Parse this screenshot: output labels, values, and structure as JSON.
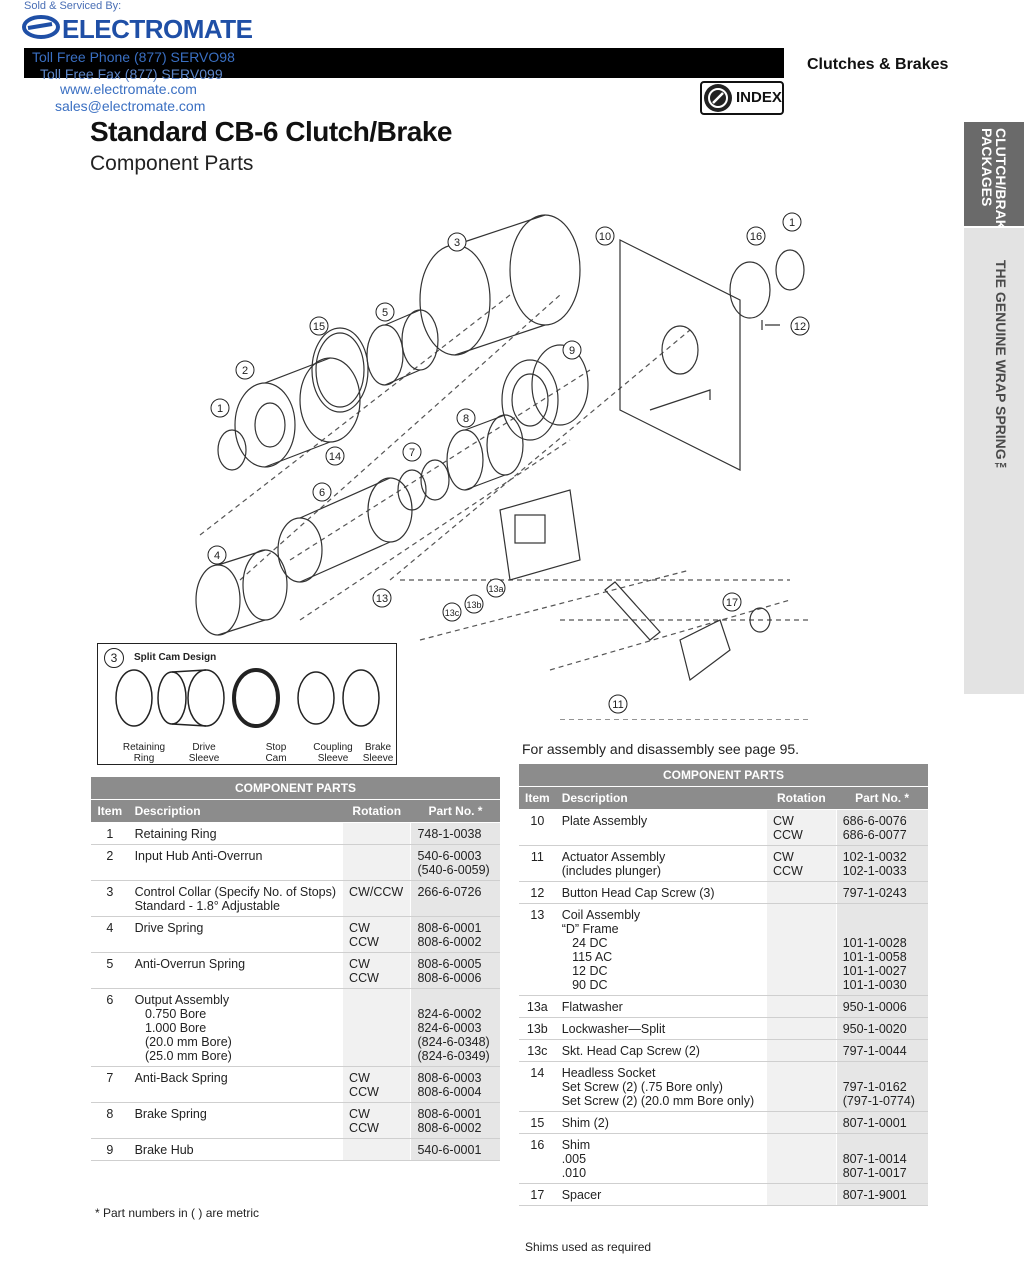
{
  "header": {
    "sold_by": "Sold & Serviced By:",
    "brand": "ELECTROMATE",
    "phone": "Toll Free Phone  (877) SERVO98",
    "fax": "Toll Free Fax  (877) SERV099",
    "website": "www.electromate.com",
    "email": "sales@electromate.com",
    "section": "Clutches & Brakes",
    "index_label": "INDEX"
  },
  "page": {
    "title": "Standard CB-6 Clutch/Brake",
    "subtitle": "Component Parts"
  },
  "side_tabs": [
    {
      "label": "CLUTCH/BRAKE PACKAGES"
    },
    {
      "label": "THE GENUINE WRAP SPRING™"
    }
  ],
  "diagram": {
    "callouts": [
      "1",
      "2",
      "3",
      "4",
      "5",
      "6",
      "7",
      "8",
      "9",
      "10",
      "11",
      "12",
      "13",
      "13a",
      "13b",
      "13c",
      "14",
      "15",
      "16",
      "17",
      "1"
    ],
    "split_cam": {
      "number": "3",
      "title": "Split Cam Design",
      "labels": [
        "Retaining Ring",
        "Drive Sleeve",
        "Stop Cam",
        "Coupling Sleeve",
        "Brake Sleeve"
      ]
    }
  },
  "assembly_note": "For assembly and disassembly see page 95.",
  "left_table": {
    "caption": "COMPONENT PARTS",
    "headers": [
      "Item",
      "Description",
      "Rotation",
      "Part No. *"
    ],
    "rows": [
      {
        "item": "1",
        "desc": [
          "Retaining Ring"
        ],
        "rot": [],
        "part": [
          "748-1-0038"
        ]
      },
      {
        "item": "2",
        "desc": [
          "Input Hub Anti-Overrun"
        ],
        "rot": [],
        "part": [
          "540-6-0003",
          "(540-6-0059)"
        ]
      },
      {
        "item": "3",
        "desc": [
          "Control Collar (Specify No. of Stops)",
          "Standard - 1.8° Adjustable"
        ],
        "rot": [
          "CW/CCW"
        ],
        "part": [
          "266-6-0726"
        ]
      },
      {
        "item": "4",
        "desc": [
          "Drive Spring"
        ],
        "rot": [
          "CW",
          "CCW"
        ],
        "part": [
          "808-6-0001",
          "808-6-0002"
        ]
      },
      {
        "item": "5",
        "desc": [
          "Anti-Overrun Spring"
        ],
        "rot": [
          "CW",
          "CCW"
        ],
        "part": [
          "808-6-0005",
          "808-6-0006"
        ]
      },
      {
        "item": "6",
        "desc": [
          "Output Assembly",
          "   0.750 Bore",
          "   1.000 Bore",
          "   (20.0 mm Bore)",
          "   (25.0 mm Bore)"
        ],
        "rot": [],
        "part": [
          "",
          "824-6-0002",
          "824-6-0003",
          "(824-6-0348)",
          "(824-6-0349)"
        ]
      },
      {
        "item": "7",
        "desc": [
          "Anti-Back Spring"
        ],
        "rot": [
          "CW",
          "CCW"
        ],
        "part": [
          "808-6-0003",
          "808-6-0004"
        ]
      },
      {
        "item": "8",
        "desc": [
          "Brake Spring"
        ],
        "rot": [
          "CW",
          "CCW"
        ],
        "part": [
          "808-6-0001",
          "808-6-0002"
        ]
      },
      {
        "item": "9",
        "desc": [
          "Brake Hub"
        ],
        "rot": [],
        "part": [
          "540-6-0001"
        ]
      }
    ],
    "footnote": "* Part numbers in (  ) are metric"
  },
  "right_table": {
    "caption": "COMPONENT PARTS",
    "headers": [
      "Item",
      "Description",
      "Rotation",
      "Part No. *"
    ],
    "rows": [
      {
        "item": "10",
        "desc": [
          "Plate Assembly"
        ],
        "rot": [
          "CW",
          "CCW"
        ],
        "part": [
          "686-6-0076",
          "686-6-0077"
        ]
      },
      {
        "item": "11",
        "desc": [
          "Actuator Assembly",
          "(includes plunger)"
        ],
        "rot": [
          "CW",
          "CCW"
        ],
        "part": [
          "102-1-0032",
          "102-1-0033"
        ]
      },
      {
        "item": "12",
        "desc": [
          "Button Head Cap Screw (3)"
        ],
        "rot": [],
        "part": [
          "797-1-0243"
        ]
      },
      {
        "item": "13",
        "desc": [
          "Coil Assembly",
          "“D” Frame",
          "   24 DC",
          "   115 AC",
          "   12 DC",
          "   90 DC"
        ],
        "rot": [],
        "part": [
          "",
          "",
          "101-1-0028",
          "101-1-0058",
          "101-1-0027",
          "101-1-0030"
        ]
      },
      {
        "item": "13a",
        "desc": [
          "Flatwasher"
        ],
        "rot": [],
        "part": [
          "950-1-0006"
        ]
      },
      {
        "item": "13b",
        "desc": [
          "Lockwasher—Split"
        ],
        "rot": [],
        "part": [
          "950-1-0020"
        ]
      },
      {
        "item": "13c",
        "desc": [
          "Skt. Head Cap Screw (2)"
        ],
        "rot": [],
        "part": [
          "797-1-0044"
        ]
      },
      {
        "item": "14",
        "desc": [
          "Headless Socket",
          "Set Screw (2) (.75 Bore only)",
          "Set Screw (2) (20.0 mm Bore only)"
        ],
        "rot": [],
        "part": [
          "",
          "797-1-0162",
          "(797-1-0774)"
        ]
      },
      {
        "item": "15",
        "desc": [
          "Shim (2)"
        ],
        "rot": [],
        "part": [
          "807-1-0001"
        ]
      },
      {
        "item": "16",
        "desc": [
          "Shim",
          ".005",
          ".010"
        ],
        "rot": [],
        "part": [
          "",
          "807-1-0014",
          "807-1-0017"
        ]
      },
      {
        "item": "17",
        "desc": [
          "Spacer"
        ],
        "rot": [],
        "part": [
          "807-1-9001"
        ]
      }
    ],
    "footnote": "Shims used as required"
  }
}
